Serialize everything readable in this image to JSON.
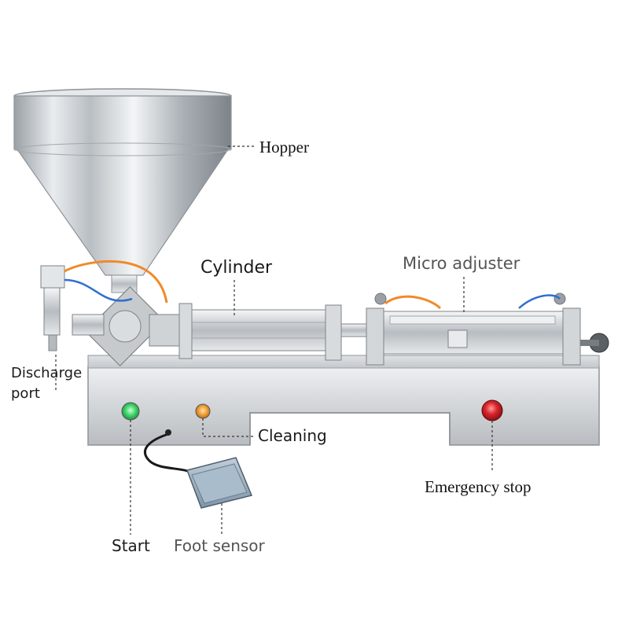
{
  "labels": {
    "hopper": "Hopper",
    "cylinder": "Cylinder",
    "micro_adjuster": "Micro adjuster",
    "discharge_port_line1": "Discharge",
    "discharge_port_line2": "port",
    "cleaning": "Cleaning",
    "emergency_stop": "Emergency stop",
    "start": "Start",
    "foot_sensor": "Foot sensor"
  },
  "colors": {
    "steel": "#c9ccd0",
    "steel_dark": "#8e9398",
    "start_light": "#3fd46a",
    "cleaning_light": "#f2a23a",
    "emergency_button": "#d8242a",
    "air_hose": "#f08a2a",
    "blue_wire": "#2f6fd0",
    "foot_pedal": "#9fb3c4",
    "leader_line": "#333333"
  }
}
